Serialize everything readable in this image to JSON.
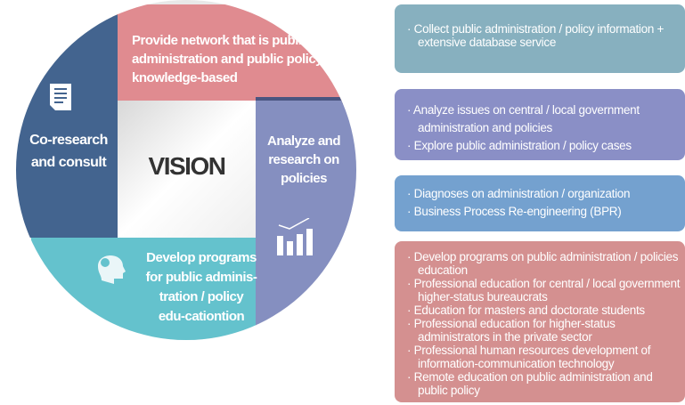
{
  "vision": "VISION",
  "quadrants": {
    "network": "Provide network that is public administration and public policy knowledge-based",
    "coresearch": "Co-research and consult",
    "analyze": "Analyze and research on policies",
    "develop": "Develop programs for public adminis-tration / policy edu-cationtion"
  },
  "boxes": [
    {
      "color": "#87b0bf",
      "items": [
        "Collect public administration / policy information + extensive database service"
      ]
    },
    {
      "color": "#8a8fc6",
      "items": [
        "Analyze issues on central / local government administration and policies",
        "Explore public administration / policy cases"
      ]
    },
    {
      "color": "#74a1cf",
      "items": [
        "Diagnoses on administration / organization",
        "Business Process Re-engineering (BPR)"
      ]
    },
    {
      "color": "#d49090",
      "items": [
        "Develop programs on public administration / policies education",
        "Professional education for central / local government higher-status bureaucrats",
        "Education for masters and doctorate students",
        "Professional education for higher-status administrators in the private sector",
        "Professional human resources development of information-communication technology",
        "Remote education on public administration and public policy"
      ]
    }
  ]
}
